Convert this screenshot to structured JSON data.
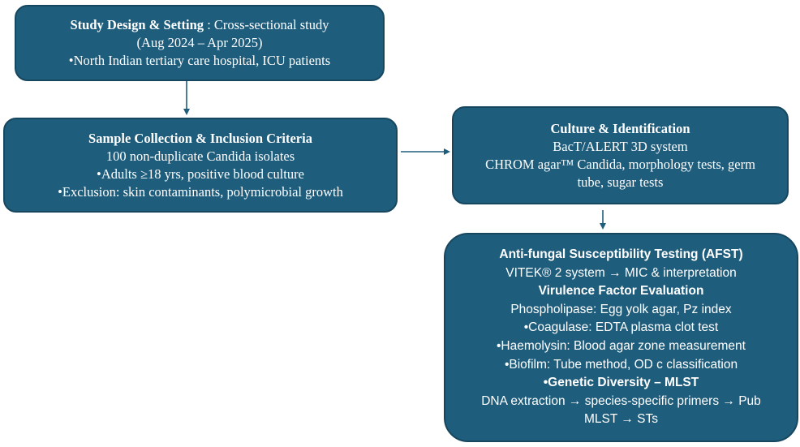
{
  "design": {
    "title": "Study Design & Setting",
    "title_suffix": " : Cross-sectional study",
    "period": "(Aug 2024 – Apr 2025)",
    "setting": "•North Indian tertiary care hospital, ICU patients"
  },
  "sample": {
    "title": "Sample Collection & Inclusion Criteria",
    "isolates": "100 non-duplicate Candida isolates",
    "inclusion": "•Adults ≥18 yrs, positive blood culture",
    "exclusion": "•Exclusion: skin contaminants, polymicrobial growth"
  },
  "culture": {
    "title": "Culture & Identification",
    "system": "BacT/ALERT 3D system",
    "tests_line1": "CHROM agar™ Candida, morphology tests, germ",
    "tests_line2": "tube, sugar tests"
  },
  "afst": {
    "title": "Anti-fungal Susceptibility Testing (AFST)",
    "vitek": "VITEK® 2 system → MIC & interpretation",
    "virulence_title": "Virulence Factor Evaluation",
    "phospholipase": "Phospholipase: Egg yolk agar, Pz index",
    "coagulase": "•Coagulase: EDTA plasma clot test",
    "haemolysin": "•Haemolysin: Blood agar zone measurement",
    "biofilm": "•Biofilm: Tube method, OD c classification",
    "genetic_title": "•Genetic Diversity – MLST",
    "dna_line1": "DNA extraction → species-specific primers → Pub",
    "dna_line2": "MLST → STs"
  },
  "colors": {
    "box_fill": "#1f5d7d",
    "box_border": "#17475f",
    "arrow": "#1f5d7d",
    "text": "#ffffff"
  }
}
